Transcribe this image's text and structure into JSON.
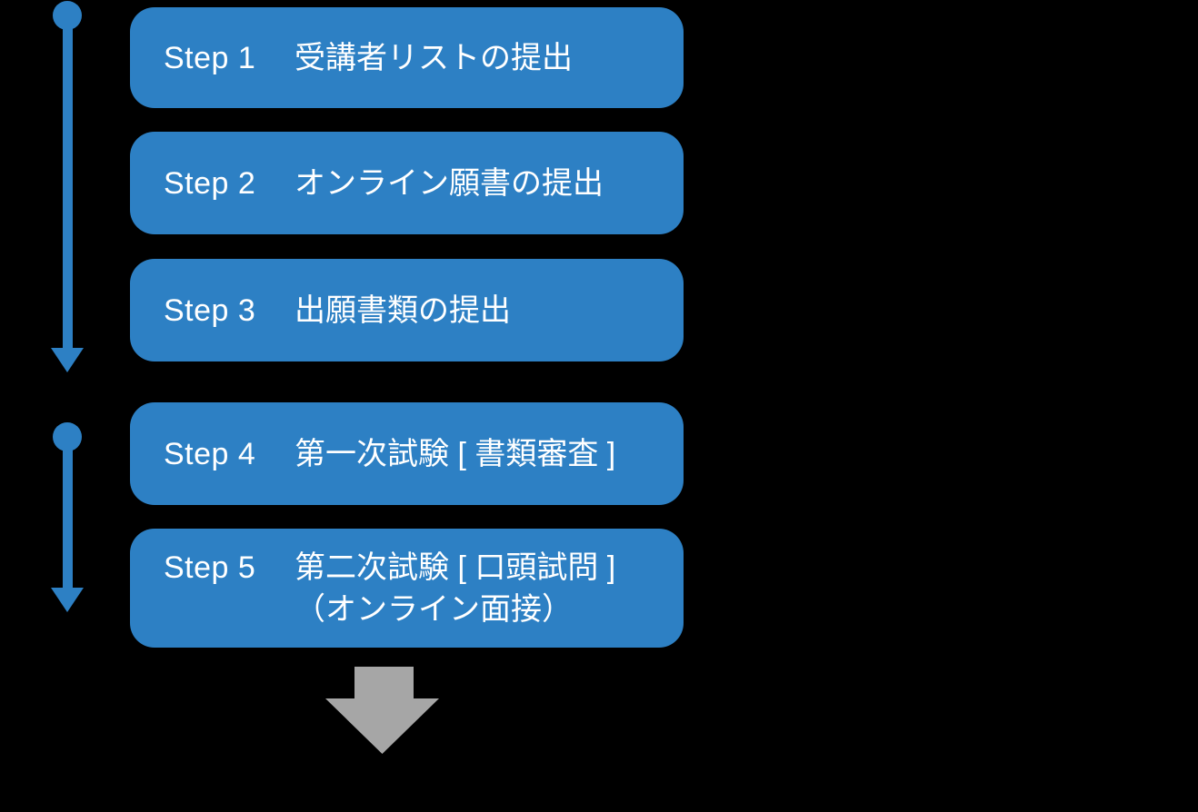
{
  "theme": {
    "background": "#000000",
    "box_fill": "#2d80c4",
    "box_text": "#ffffff",
    "arrow_blue": "#2d80c4",
    "arrow_gray": "#a6a6a6"
  },
  "diagram": {
    "type": "vertical-step-flow",
    "phases": [
      {
        "name": "phase-1",
        "marker": "circle-cap-down-arrow",
        "covers_steps": [
          "Step 1",
          "Step 2",
          "Step 3"
        ]
      },
      {
        "name": "phase-2",
        "marker": "circle-cap-down-arrow",
        "covers_steps": [
          "Step 4",
          "Step 5"
        ]
      }
    ],
    "footer_marker": "gray-block-down-arrow"
  },
  "steps": [
    {
      "label": "Step 1",
      "title": "受講者リストの提出"
    },
    {
      "label": "Step 2",
      "title": "オンライン願書の提出"
    },
    {
      "label": "Step 3",
      "title": "出願書類の提出"
    },
    {
      "label": "Step 4",
      "title": "第一次試験 [ 書類審査 ]"
    },
    {
      "label": "Step 5",
      "title": "第二次試験 [ 口頭試問 ]",
      "subtitle": "（オンライン面接）"
    }
  ]
}
